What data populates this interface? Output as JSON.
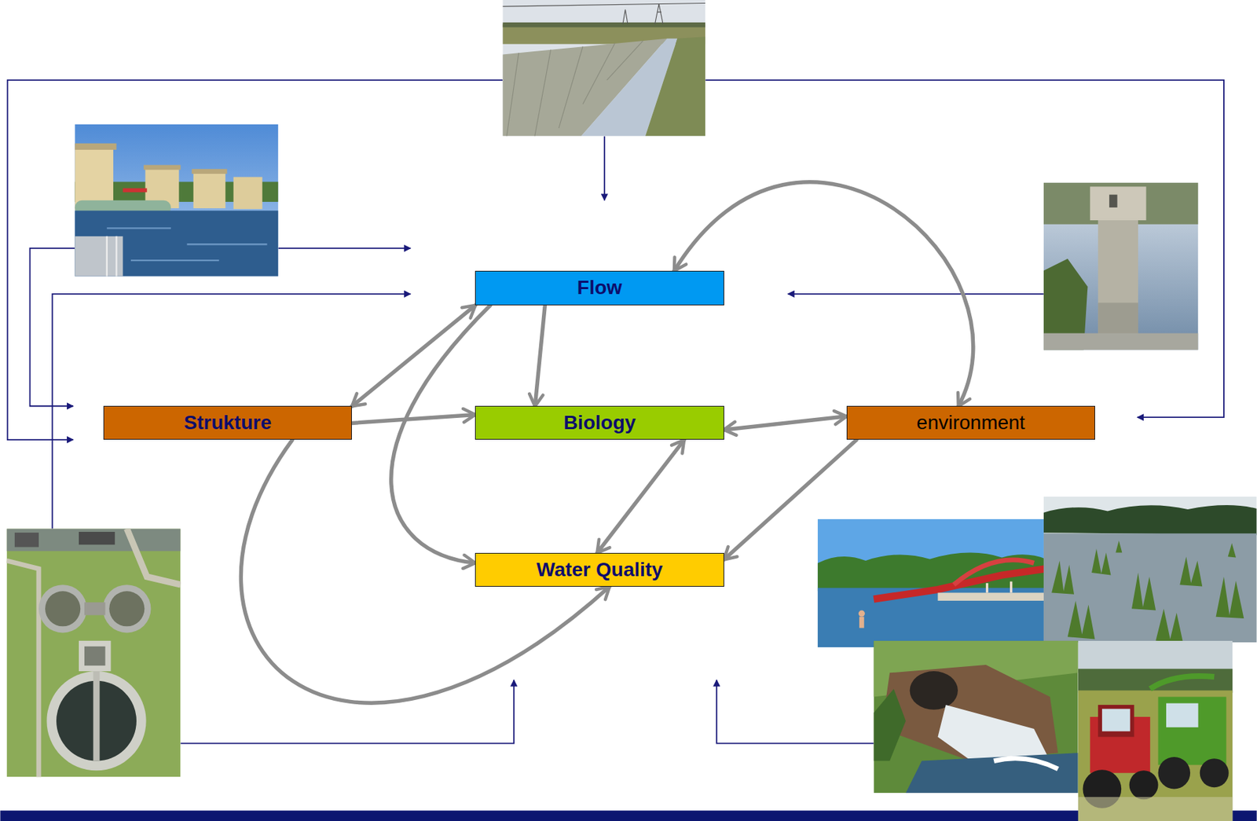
{
  "diagram": {
    "nodes": [
      {
        "text": [
          "Flow"
        ]
      },
      {
        "text": [
          "Strukture"
        ]
      },
      {
        "text": [
          "Biology"
        ]
      },
      {
        "text": [
          "environment"
        ]
      },
      {
        "text": [
          "Water Quality"
        ]
      }
    ],
    "edges": [
      {
        "from": 3,
        "to": 0,
        "arrow": "both"
      },
      {
        "from": 0,
        "to": 1,
        "arrow": "both"
      },
      {
        "from": 1,
        "to": 2,
        "arrow": "to"
      },
      {
        "from": 0,
        "to": 2,
        "arrow": "to"
      },
      {
        "from": 0,
        "to": 4,
        "arrow": "to"
      },
      {
        "from": 3,
        "to": 2,
        "arrow": "both"
      },
      {
        "from": 2,
        "to": 4,
        "arrow": "both"
      },
      {
        "from": 3,
        "to": 4,
        "arrow": "to"
      },
      {
        "from": 1,
        "to": 4,
        "arrow": "to"
      }
    ]
  }
}
